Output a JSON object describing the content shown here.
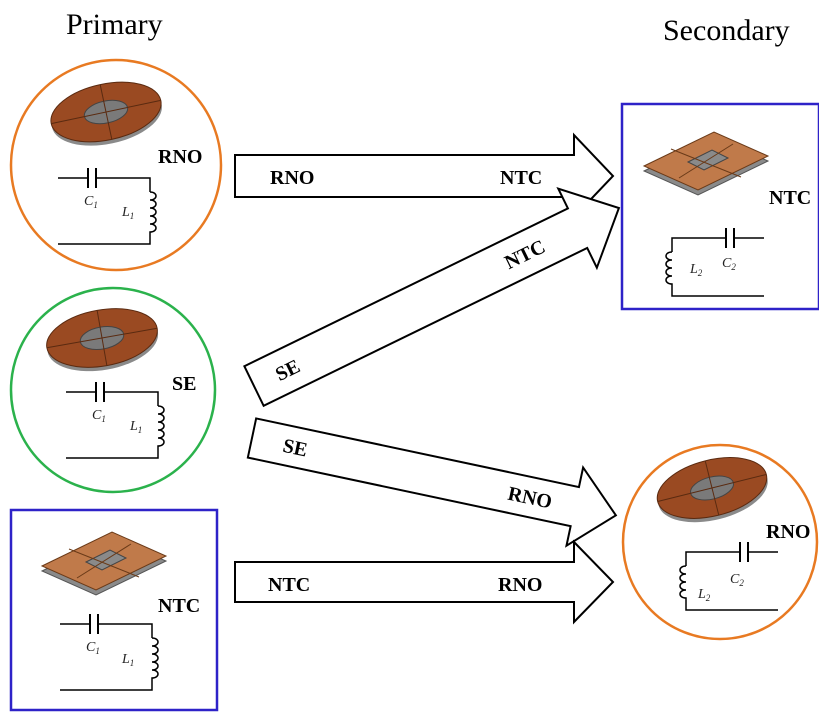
{
  "headers": {
    "primary": "Primary",
    "secondary": "Secondary"
  },
  "colors": {
    "rno": "#e87a22",
    "se": "#2bb24c",
    "ntc": "#2e22c8",
    "coil_copper": "#9a4a22",
    "coil_gray": "#7a7a7a",
    "pad_copper": "#c07a4a"
  },
  "primary": {
    "rno": {
      "label": "RNO",
      "cap": "C",
      "cap_sub": "1",
      "ind": "L",
      "ind_sub": "1"
    },
    "se": {
      "label": "SE",
      "cap": "C",
      "cap_sub": "1",
      "ind": "L",
      "ind_sub": "1"
    },
    "ntc": {
      "label": "NTC",
      "cap": "C",
      "cap_sub": "1",
      "ind": "L",
      "ind_sub": "1"
    }
  },
  "secondary": {
    "ntc": {
      "label": "NTC",
      "cap": "C",
      "cap_sub": "2",
      "ind": "L",
      "ind_sub": "2"
    },
    "rno": {
      "label": "RNO",
      "cap": "C",
      "cap_sub": "2",
      "ind": "L",
      "ind_sub": "2"
    }
  },
  "arrows": [
    {
      "from": "RNO",
      "to": "NTC"
    },
    {
      "from": "SE",
      "to": "NTC"
    },
    {
      "from": "SE",
      "to": "RNO"
    },
    {
      "from": "NTC",
      "to": "RNO"
    }
  ]
}
